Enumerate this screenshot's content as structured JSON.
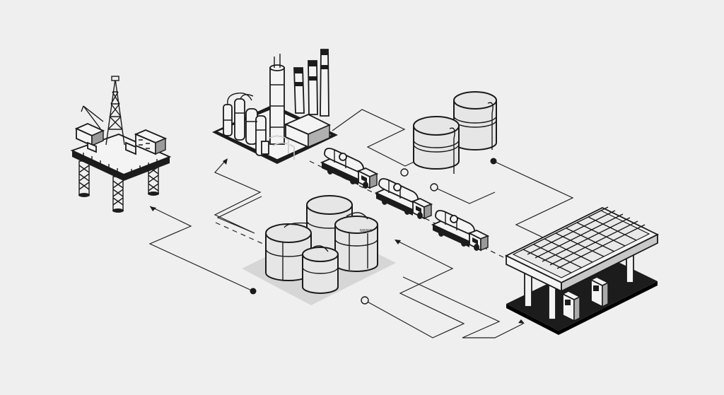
{
  "diagram": {
    "nodes": [
      {
        "id": "offshore_rig",
        "icon": "offshore-oil-rig-icon"
      },
      {
        "id": "refinery",
        "icon": "refinery-icon"
      },
      {
        "id": "storage_tanks_center",
        "icon": "storage-tanks-icon"
      },
      {
        "id": "storage_tanks_upper",
        "icon": "storage-tanks-icon"
      },
      {
        "id": "tanker_trucks",
        "icon": "tanker-truck-icon",
        "count": 3
      },
      {
        "id": "gas_station",
        "icon": "gas-station-icon"
      }
    ],
    "tank_label": "NWWK",
    "colors": {
      "background": "#efefef",
      "ink": "#1c1c1c",
      "shadow": "#d6d6d6"
    }
  }
}
